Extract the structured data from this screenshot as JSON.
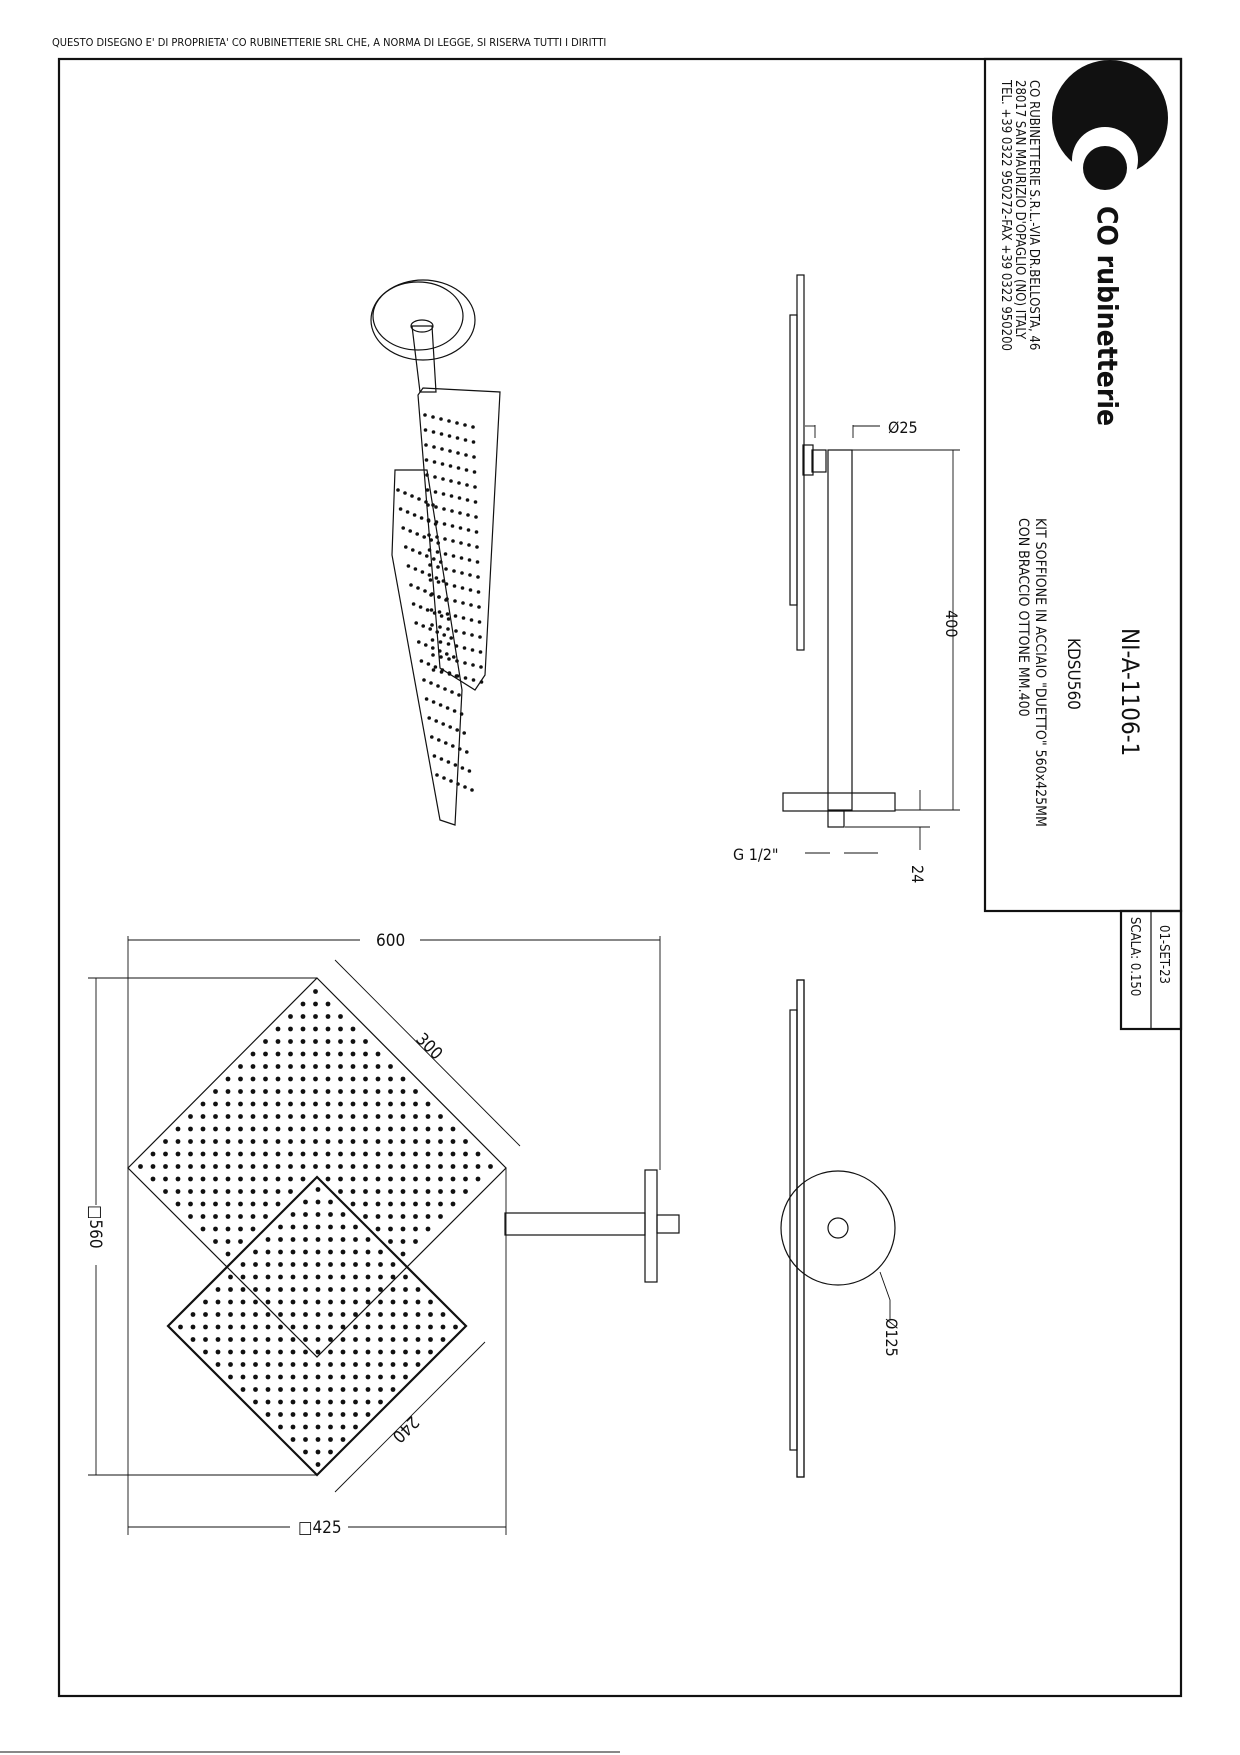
{
  "header": {
    "notice": "QUESTO DISEGNO E' DI PROPRIETA' CO RUBINETTERIE SRL CHE, A NORMA DI LEGGE, SI RISERVA TUTTI I DIRITTI"
  },
  "title_block": {
    "logo_text": "CO rubinetterie",
    "address_lines": [
      "CO RUBINETTERIE S.R.L.-VIA DR.BELLOSTA, 46",
      "28017 SAN MAURIZIO D'OPAGLIO (NO) ITALY",
      "TEL. +39 0322 950272-FAX +39 0322 950200"
    ],
    "drawing_number": "NI-A-1106-1",
    "product_code": "KDSU560",
    "description_lines": [
      "KIT SOFFIONE IN ACCIAIO \"DUETTO\" 560x425MM",
      "CON BRACCIO OTTONE MM.400"
    ],
    "date": "01-SET-23",
    "scale": "SCALA: 0.150"
  },
  "dimensions": {
    "arm_diameter": "Ø25",
    "arm_length": "400",
    "thread": "G 1/2\"",
    "thread_length": "24",
    "overall_width": "600",
    "large_head_side": "300",
    "overall_height": "□560",
    "small_head_side": "240",
    "head_width": "□425",
    "flange_diameter": "Ø125"
  }
}
